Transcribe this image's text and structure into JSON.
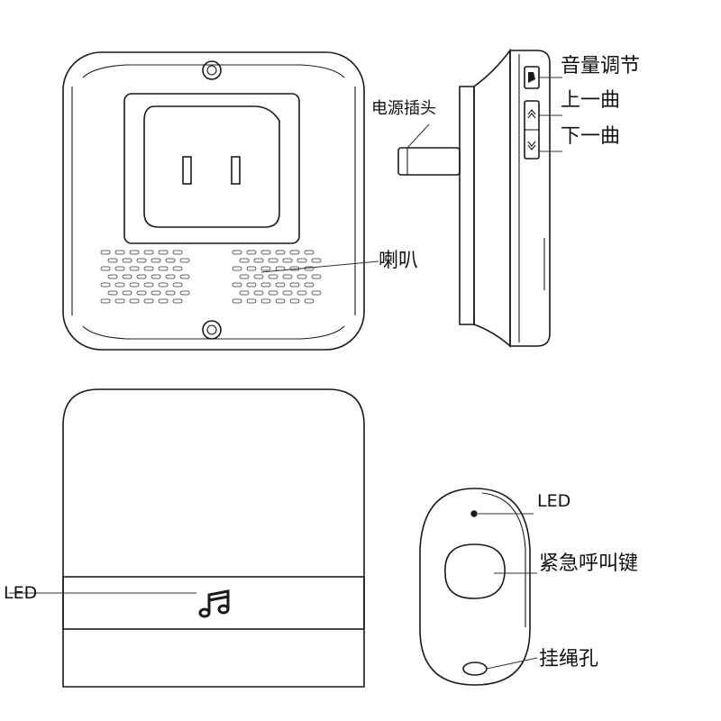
{
  "labels": {
    "volume": "音量调节",
    "prev_song": "上一曲",
    "next_song": "下一曲",
    "power_plug": "电源插头",
    "speaker": "喇叭",
    "led_remote": "LED",
    "emergency_button": "紧急呼叫键",
    "lanyard_hole": "挂绳孔",
    "led_receiver": "LED"
  },
  "icons": {
    "receiver_indicator": "music-note-icon"
  },
  "colors": {
    "line": "#1a1a1a",
    "background": "#ffffff"
  }
}
